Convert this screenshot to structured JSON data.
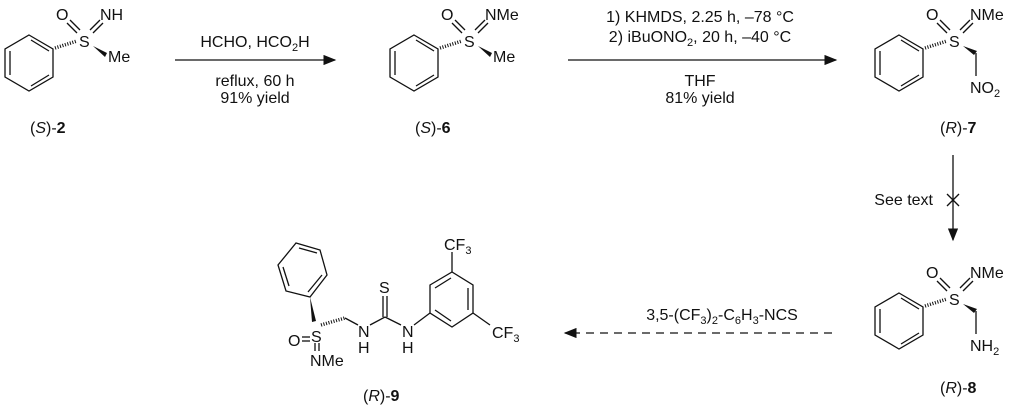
{
  "compounds": {
    "c2": {
      "open": "(",
      "config": "S",
      "close": ")-",
      "number": "2",
      "S": "S",
      "O": "O",
      "N": "NH",
      "R": "Me"
    },
    "c6": {
      "open": "(",
      "config": "S",
      "close": ")-",
      "number": "6",
      "S": "S",
      "O": "O",
      "N": "NMe",
      "R": "Me"
    },
    "c7": {
      "open": "(",
      "config": "R",
      "close": ")-",
      "number": "7",
      "S": "S",
      "O": "O",
      "N": "NMe",
      "R_main": "NO",
      "R_sub": "2"
    },
    "c8": {
      "open": "(",
      "config": "R",
      "close": ")-",
      "number": "8",
      "S": "S",
      "O": "O",
      "N": "NMe",
      "R_main": "NH",
      "R_sub": "2"
    },
    "c9": {
      "open": "(",
      "config": "R",
      "close": ")-",
      "number": "9",
      "S": "S",
      "O": "O",
      "N": "NMe",
      "thio_S": "S",
      "NH1_N": "N",
      "NH1_H": "H",
      "NH2_N": "N",
      "NH2_H": "H",
      "CF3_main": "CF",
      "CF3_sub": "3"
    }
  },
  "steps": {
    "step1": {
      "reagents_a": "HCHO, HCO",
      "reagents_sub": "2",
      "reagents_b": "H",
      "cond1": "reflux, 60 h",
      "yield": "91% yield"
    },
    "step2": {
      "line1": "1) KHMDS, 2.25 h, –78 °C",
      "line2_a": "2) iBuONO",
      "line2_sub": "2",
      "line2_b": ", 20 h, –40 °C",
      "solvent": "THF",
      "yield": "81% yield"
    },
    "step3": {
      "label": "See text",
      "status": "failed"
    },
    "step4": {
      "a": "3,5-(CF",
      "s1": "3",
      ")": ")",
      "s2": "2",
      "b": "-C",
      "s3": "6",
      "c": "H",
      "s4": "3",
      "d": "-NCS"
    }
  }
}
